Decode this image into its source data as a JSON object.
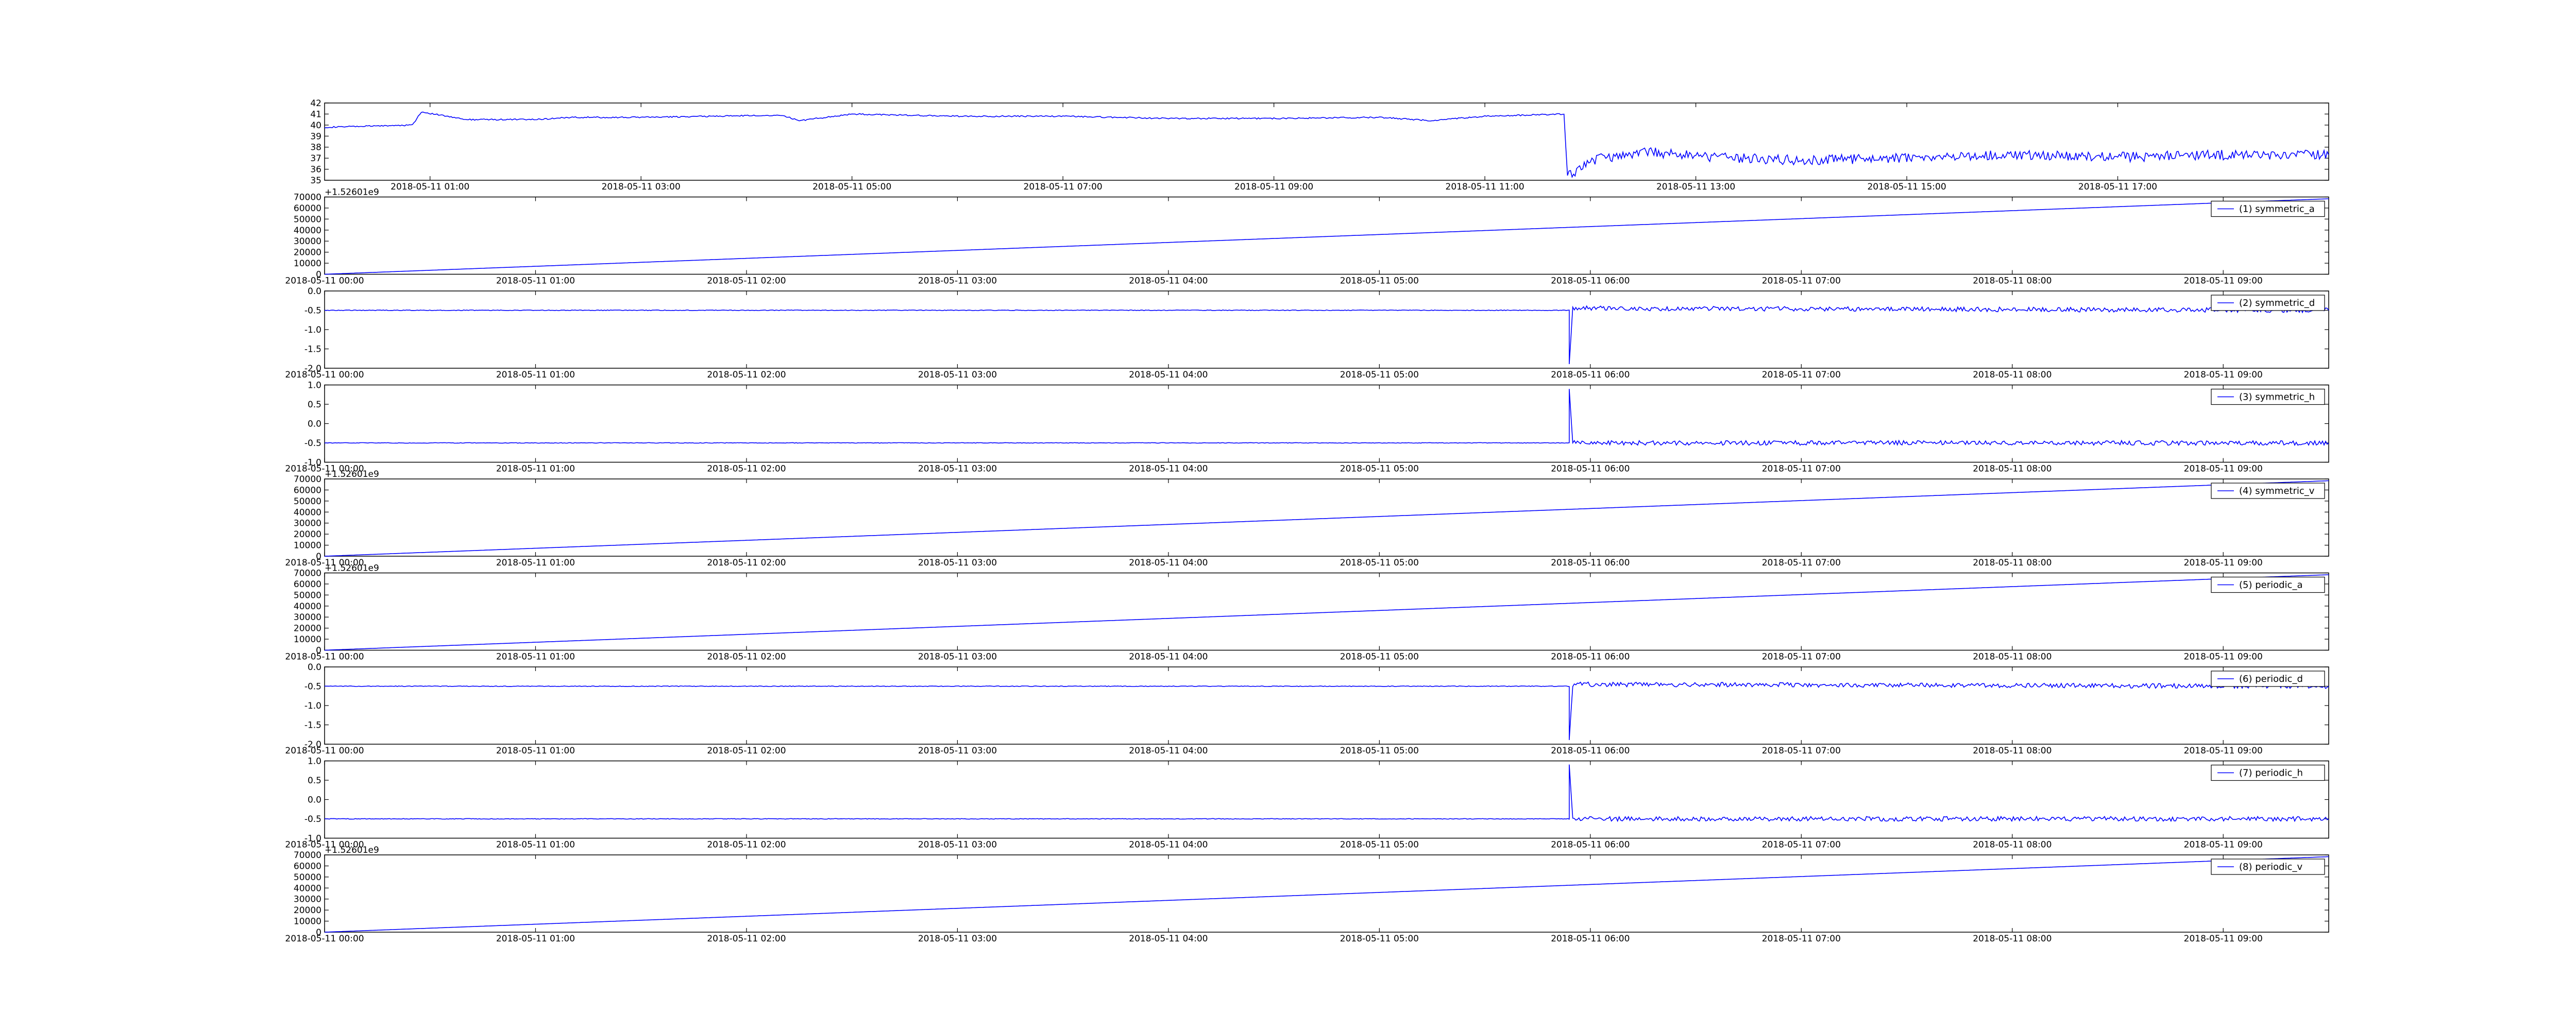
{
  "figure": {
    "background": "#ffffff",
    "line_color": "#0000ff",
    "axis_color": "#000000"
  },
  "chart_data": [
    {
      "id": "top",
      "type": "line",
      "title": "",
      "xlabel": "",
      "ylabel": "",
      "grid": false,
      "legend": null,
      "xlim": [
        "2018-05-11 00:00",
        "2018-05-11 19:00"
      ],
      "ylim": [
        35,
        42
      ],
      "x_ticks": [
        "2018-05-11 01:00",
        "2018-05-11 03:00",
        "2018-05-11 05:00",
        "2018-05-11 07:00",
        "2018-05-11 09:00",
        "2018-05-11 11:00",
        "2018-05-11 13:00",
        "2018-05-11 15:00",
        "2018-05-11 17:00"
      ],
      "y_ticks": [
        "35",
        "36",
        "37",
        "38",
        "39",
        "40",
        "41",
        "42"
      ],
      "series": [
        {
          "x": [
            "2018-05-11 00:00",
            "2018-05-11 00:50",
            "2018-05-11 00:55",
            "2018-05-11 01:20",
            "2018-05-11 02:00",
            "2018-05-11 02:20",
            "2018-05-11 03:00",
            "2018-05-11 04:20",
            "2018-05-11 04:30",
            "2018-05-11 05:00",
            "2018-05-11 06:00",
            "2018-05-11 07:00",
            "2018-05-11 08:00",
            "2018-05-11 09:00",
            "2018-05-11 10:00",
            "2018-05-11 10:30",
            "2018-05-11 11:00",
            "2018-05-11 11:45",
            "2018-05-11 11:47",
            "2018-05-11 12:00",
            "2018-05-11 12:30",
            "2018-05-11 13:00",
            "2018-05-11 13:30",
            "2018-05-11 14:00",
            "2018-05-11 15:00",
            "2018-05-11 16:00",
            "2018-05-11 17:00",
            "2018-05-11 18:00",
            "2018-05-11 19:00"
          ],
          "values": [
            39.8,
            40.0,
            41.2,
            40.5,
            40.5,
            40.7,
            40.7,
            40.9,
            40.4,
            41.0,
            40.8,
            40.8,
            40.6,
            40.6,
            40.7,
            40.4,
            40.8,
            41.0,
            35.3,
            36.8,
            37.6,
            37.2,
            37.0,
            36.8,
            37.0,
            37.3,
            37.1,
            37.3,
            37.3
          ]
        }
      ]
    },
    {
      "id": "s1",
      "type": "line",
      "offset_label": "+1.52601e9",
      "xlim": [
        "2018-05-11 00:00",
        "2018-05-11 09:30"
      ],
      "ylim": [
        0,
        70000
      ],
      "x_ticks": [
        "2018-05-11 00:00",
        "2018-05-11 01:00",
        "2018-05-11 02:00",
        "2018-05-11 03:00",
        "2018-05-11 04:00",
        "2018-05-11 05:00",
        "2018-05-11 06:00",
        "2018-05-11 07:00",
        "2018-05-11 08:00",
        "2018-05-11 09:00"
      ],
      "y_ticks": [
        "0",
        "10000",
        "20000",
        "30000",
        "40000",
        "50000",
        "60000",
        "70000"
      ],
      "legend": "top-right",
      "series": [
        {
          "name": "(1) symmetric_a",
          "x": [
            "2018-05-11 00:00",
            "2018-05-11 09:30"
          ],
          "values": [
            0,
            68400
          ]
        }
      ]
    },
    {
      "id": "s2",
      "type": "line",
      "xlim": [
        "2018-05-11 00:00",
        "2018-05-11 09:30"
      ],
      "ylim": [
        -2.0,
        0.0
      ],
      "x_ticks": [
        "2018-05-11 00:00",
        "2018-05-11 01:00",
        "2018-05-11 02:00",
        "2018-05-11 03:00",
        "2018-05-11 04:00",
        "2018-05-11 05:00",
        "2018-05-11 06:00",
        "2018-05-11 07:00",
        "2018-05-11 08:00",
        "2018-05-11 09:00"
      ],
      "y_ticks": [
        "-2.0",
        "-1.5",
        "-1.0",
        "-0.5",
        "0.0"
      ],
      "legend": "top-right",
      "series": [
        {
          "name": "(2) symmetric_d",
          "x": [
            "2018-05-11 00:00",
            "2018-05-11 05:54",
            "2018-05-11 05:54",
            "2018-05-11 05:55",
            "2018-05-11 09:30"
          ],
          "values": [
            -0.5,
            -0.5,
            -1.9,
            -0.45,
            -0.5
          ]
        }
      ]
    },
    {
      "id": "s3",
      "type": "line",
      "xlim": [
        "2018-05-11 00:00",
        "2018-05-11 09:30"
      ],
      "ylim": [
        -1.0,
        1.0
      ],
      "x_ticks": [
        "2018-05-11 00:00",
        "2018-05-11 01:00",
        "2018-05-11 02:00",
        "2018-05-11 03:00",
        "2018-05-11 04:00",
        "2018-05-11 05:00",
        "2018-05-11 06:00",
        "2018-05-11 07:00",
        "2018-05-11 08:00",
        "2018-05-11 09:00"
      ],
      "y_ticks": [
        "-1.0",
        "-0.5",
        "0.0",
        "0.5",
        "1.0"
      ],
      "legend": "top-right",
      "series": [
        {
          "name": "(3) symmetric_h",
          "x": [
            "2018-05-11 00:00",
            "2018-05-11 05:54",
            "2018-05-11 05:54",
            "2018-05-11 05:55",
            "2018-05-11 09:30"
          ],
          "values": [
            -0.5,
            -0.5,
            0.9,
            -0.5,
            -0.5
          ]
        }
      ]
    },
    {
      "id": "s4",
      "type": "line",
      "offset_label": "+1.52601e9",
      "xlim": [
        "2018-05-11 00:00",
        "2018-05-11 09:30"
      ],
      "ylim": [
        0,
        70000
      ],
      "x_ticks": [
        "2018-05-11 00:00",
        "2018-05-11 01:00",
        "2018-05-11 02:00",
        "2018-05-11 03:00",
        "2018-05-11 04:00",
        "2018-05-11 05:00",
        "2018-05-11 06:00",
        "2018-05-11 07:00",
        "2018-05-11 08:00",
        "2018-05-11 09:00"
      ],
      "y_ticks": [
        "0",
        "10000",
        "20000",
        "30000",
        "40000",
        "50000",
        "60000",
        "70000"
      ],
      "legend": "top-right",
      "series": [
        {
          "name": "(4) symmetric_v",
          "x": [
            "2018-05-11 00:00",
            "2018-05-11 09:30"
          ],
          "values": [
            0,
            68400
          ]
        }
      ]
    },
    {
      "id": "s5",
      "type": "line",
      "offset_label": "+1.52601e9",
      "xlim": [
        "2018-05-11 00:00",
        "2018-05-11 09:30"
      ],
      "ylim": [
        0,
        70000
      ],
      "x_ticks": [
        "2018-05-11 00:00",
        "2018-05-11 01:00",
        "2018-05-11 02:00",
        "2018-05-11 03:00",
        "2018-05-11 04:00",
        "2018-05-11 05:00",
        "2018-05-11 06:00",
        "2018-05-11 07:00",
        "2018-05-11 08:00",
        "2018-05-11 09:00"
      ],
      "y_ticks": [
        "0",
        "10000",
        "20000",
        "30000",
        "40000",
        "50000",
        "60000",
        "70000"
      ],
      "legend": "top-right",
      "series": [
        {
          "name": "(5) periodic_a",
          "x": [
            "2018-05-11 00:00",
            "2018-05-11 09:30"
          ],
          "values": [
            0,
            68400
          ]
        }
      ]
    },
    {
      "id": "s6",
      "type": "line",
      "xlim": [
        "2018-05-11 00:00",
        "2018-05-11 09:30"
      ],
      "ylim": [
        -2.0,
        0.0
      ],
      "x_ticks": [
        "2018-05-11 00:00",
        "2018-05-11 01:00",
        "2018-05-11 02:00",
        "2018-05-11 03:00",
        "2018-05-11 04:00",
        "2018-05-11 05:00",
        "2018-05-11 06:00",
        "2018-05-11 07:00",
        "2018-05-11 08:00",
        "2018-05-11 09:00"
      ],
      "y_ticks": [
        "-2.0",
        "-1.5",
        "-1.0",
        "-0.5",
        "0.0"
      ],
      "legend": "top-right",
      "series": [
        {
          "name": "(6) periodic_d",
          "x": [
            "2018-05-11 00:00",
            "2018-05-11 05:54",
            "2018-05-11 05:54",
            "2018-05-11 05:55",
            "2018-05-11 09:30"
          ],
          "values": [
            -0.5,
            -0.5,
            -1.9,
            -0.45,
            -0.5
          ]
        }
      ]
    },
    {
      "id": "s7",
      "type": "line",
      "xlim": [
        "2018-05-11 00:00",
        "2018-05-11 09:30"
      ],
      "ylim": [
        -1.0,
        1.0
      ],
      "x_ticks": [
        "2018-05-11 00:00",
        "2018-05-11 01:00",
        "2018-05-11 02:00",
        "2018-05-11 03:00",
        "2018-05-11 04:00",
        "2018-05-11 05:00",
        "2018-05-11 06:00",
        "2018-05-11 07:00",
        "2018-05-11 08:00",
        "2018-05-11 09:00"
      ],
      "y_ticks": [
        "-1.0",
        "-0.5",
        "0.0",
        "0.5",
        "1.0"
      ],
      "legend": "top-right",
      "series": [
        {
          "name": "(7) periodic_h",
          "x": [
            "2018-05-11 00:00",
            "2018-05-11 05:54",
            "2018-05-11 05:54",
            "2018-05-11 05:55",
            "2018-05-11 09:30"
          ],
          "values": [
            -0.5,
            -0.5,
            0.9,
            -0.5,
            -0.5
          ]
        }
      ]
    },
    {
      "id": "s8",
      "type": "line",
      "offset_label": "+1.52601e9",
      "xlim": [
        "2018-05-11 00:00",
        "2018-05-11 09:30"
      ],
      "ylim": [
        0,
        70000
      ],
      "x_ticks": [
        "2018-05-11 00:00",
        "2018-05-11 01:00",
        "2018-05-11 02:00",
        "2018-05-11 03:00",
        "2018-05-11 04:00",
        "2018-05-11 05:00",
        "2018-05-11 06:00",
        "2018-05-11 07:00",
        "2018-05-11 08:00",
        "2018-05-11 09:00"
      ],
      "y_ticks": [
        "0",
        "10000",
        "20000",
        "30000",
        "40000",
        "50000",
        "60000",
        "70000"
      ],
      "legend": "top-right",
      "series": [
        {
          "name": "(8) periodic_v",
          "x": [
            "2018-05-11 00:00",
            "2018-05-11 09:30"
          ],
          "values": [
            0,
            68400
          ]
        }
      ]
    }
  ]
}
